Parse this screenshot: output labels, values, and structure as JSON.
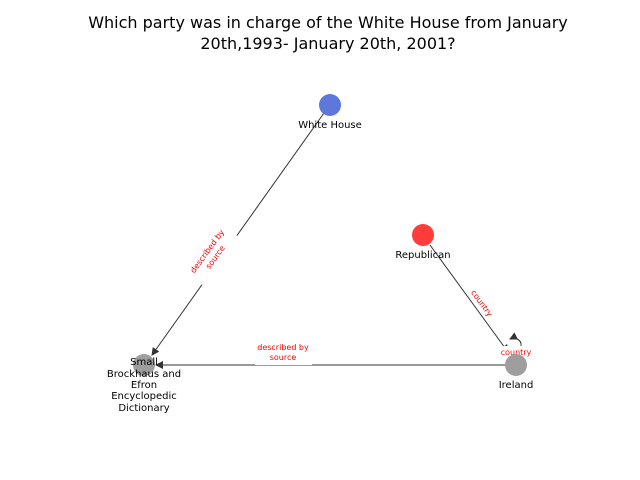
{
  "title": {
    "line1": "Which party was in charge of the White House from January",
    "line2": "20th,1993- January 20th, 2001?"
  },
  "colors": {
    "edge_label": "#ff0000",
    "edge_line": "#333333"
  },
  "nodes": {
    "white_house": {
      "label": "White House",
      "color": "#5470d8"
    },
    "republican": {
      "label": "Republican",
      "color": "#ff3030"
    },
    "dictionary": {
      "label_lines": [
        "Small",
        "Brockhaus and",
        "Efron",
        "Encyclopedic",
        "Dictionary"
      ],
      "color": "#999999"
    },
    "ireland": {
      "label": "Ireland",
      "color": "#999999"
    }
  },
  "edges": {
    "white_house_to_dictionary": {
      "label_lines": [
        "described by",
        "source"
      ]
    },
    "ireland_to_dictionary": {
      "label_lines": [
        "described by",
        "source"
      ]
    },
    "republican_to_ireland": {
      "label_lines": [
        "country"
      ]
    },
    "ireland_self": {
      "label_lines": [
        "country"
      ]
    }
  }
}
